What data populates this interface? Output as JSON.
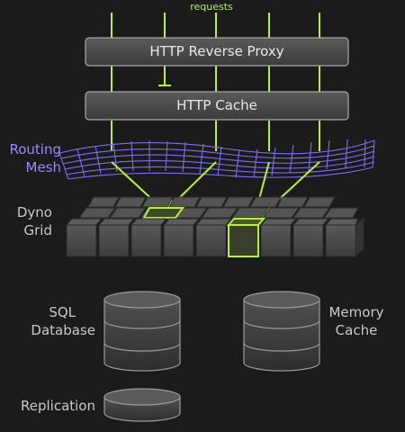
{
  "requests_label": "requests",
  "proxy": {
    "label": "HTTP Reverse Proxy"
  },
  "cache": {
    "label": "HTTP Cache"
  },
  "mesh": {
    "line1": "Routing",
    "line2": "Mesh"
  },
  "dyno": {
    "line1": "Dyno",
    "line2": "Grid"
  },
  "sql": {
    "line1": "SQL",
    "line2": "Database"
  },
  "memory": {
    "line1": "Memory",
    "line2": "Cache"
  },
  "replication": {
    "label": "Replication"
  },
  "colors": {
    "background": "#1b1b1b",
    "request_line": "#b6f23a",
    "mesh": "#7d6ef0",
    "box_fill": "#4a4a4a",
    "box_border": "#9a9a9a",
    "text": "#c9c9c9"
  }
}
